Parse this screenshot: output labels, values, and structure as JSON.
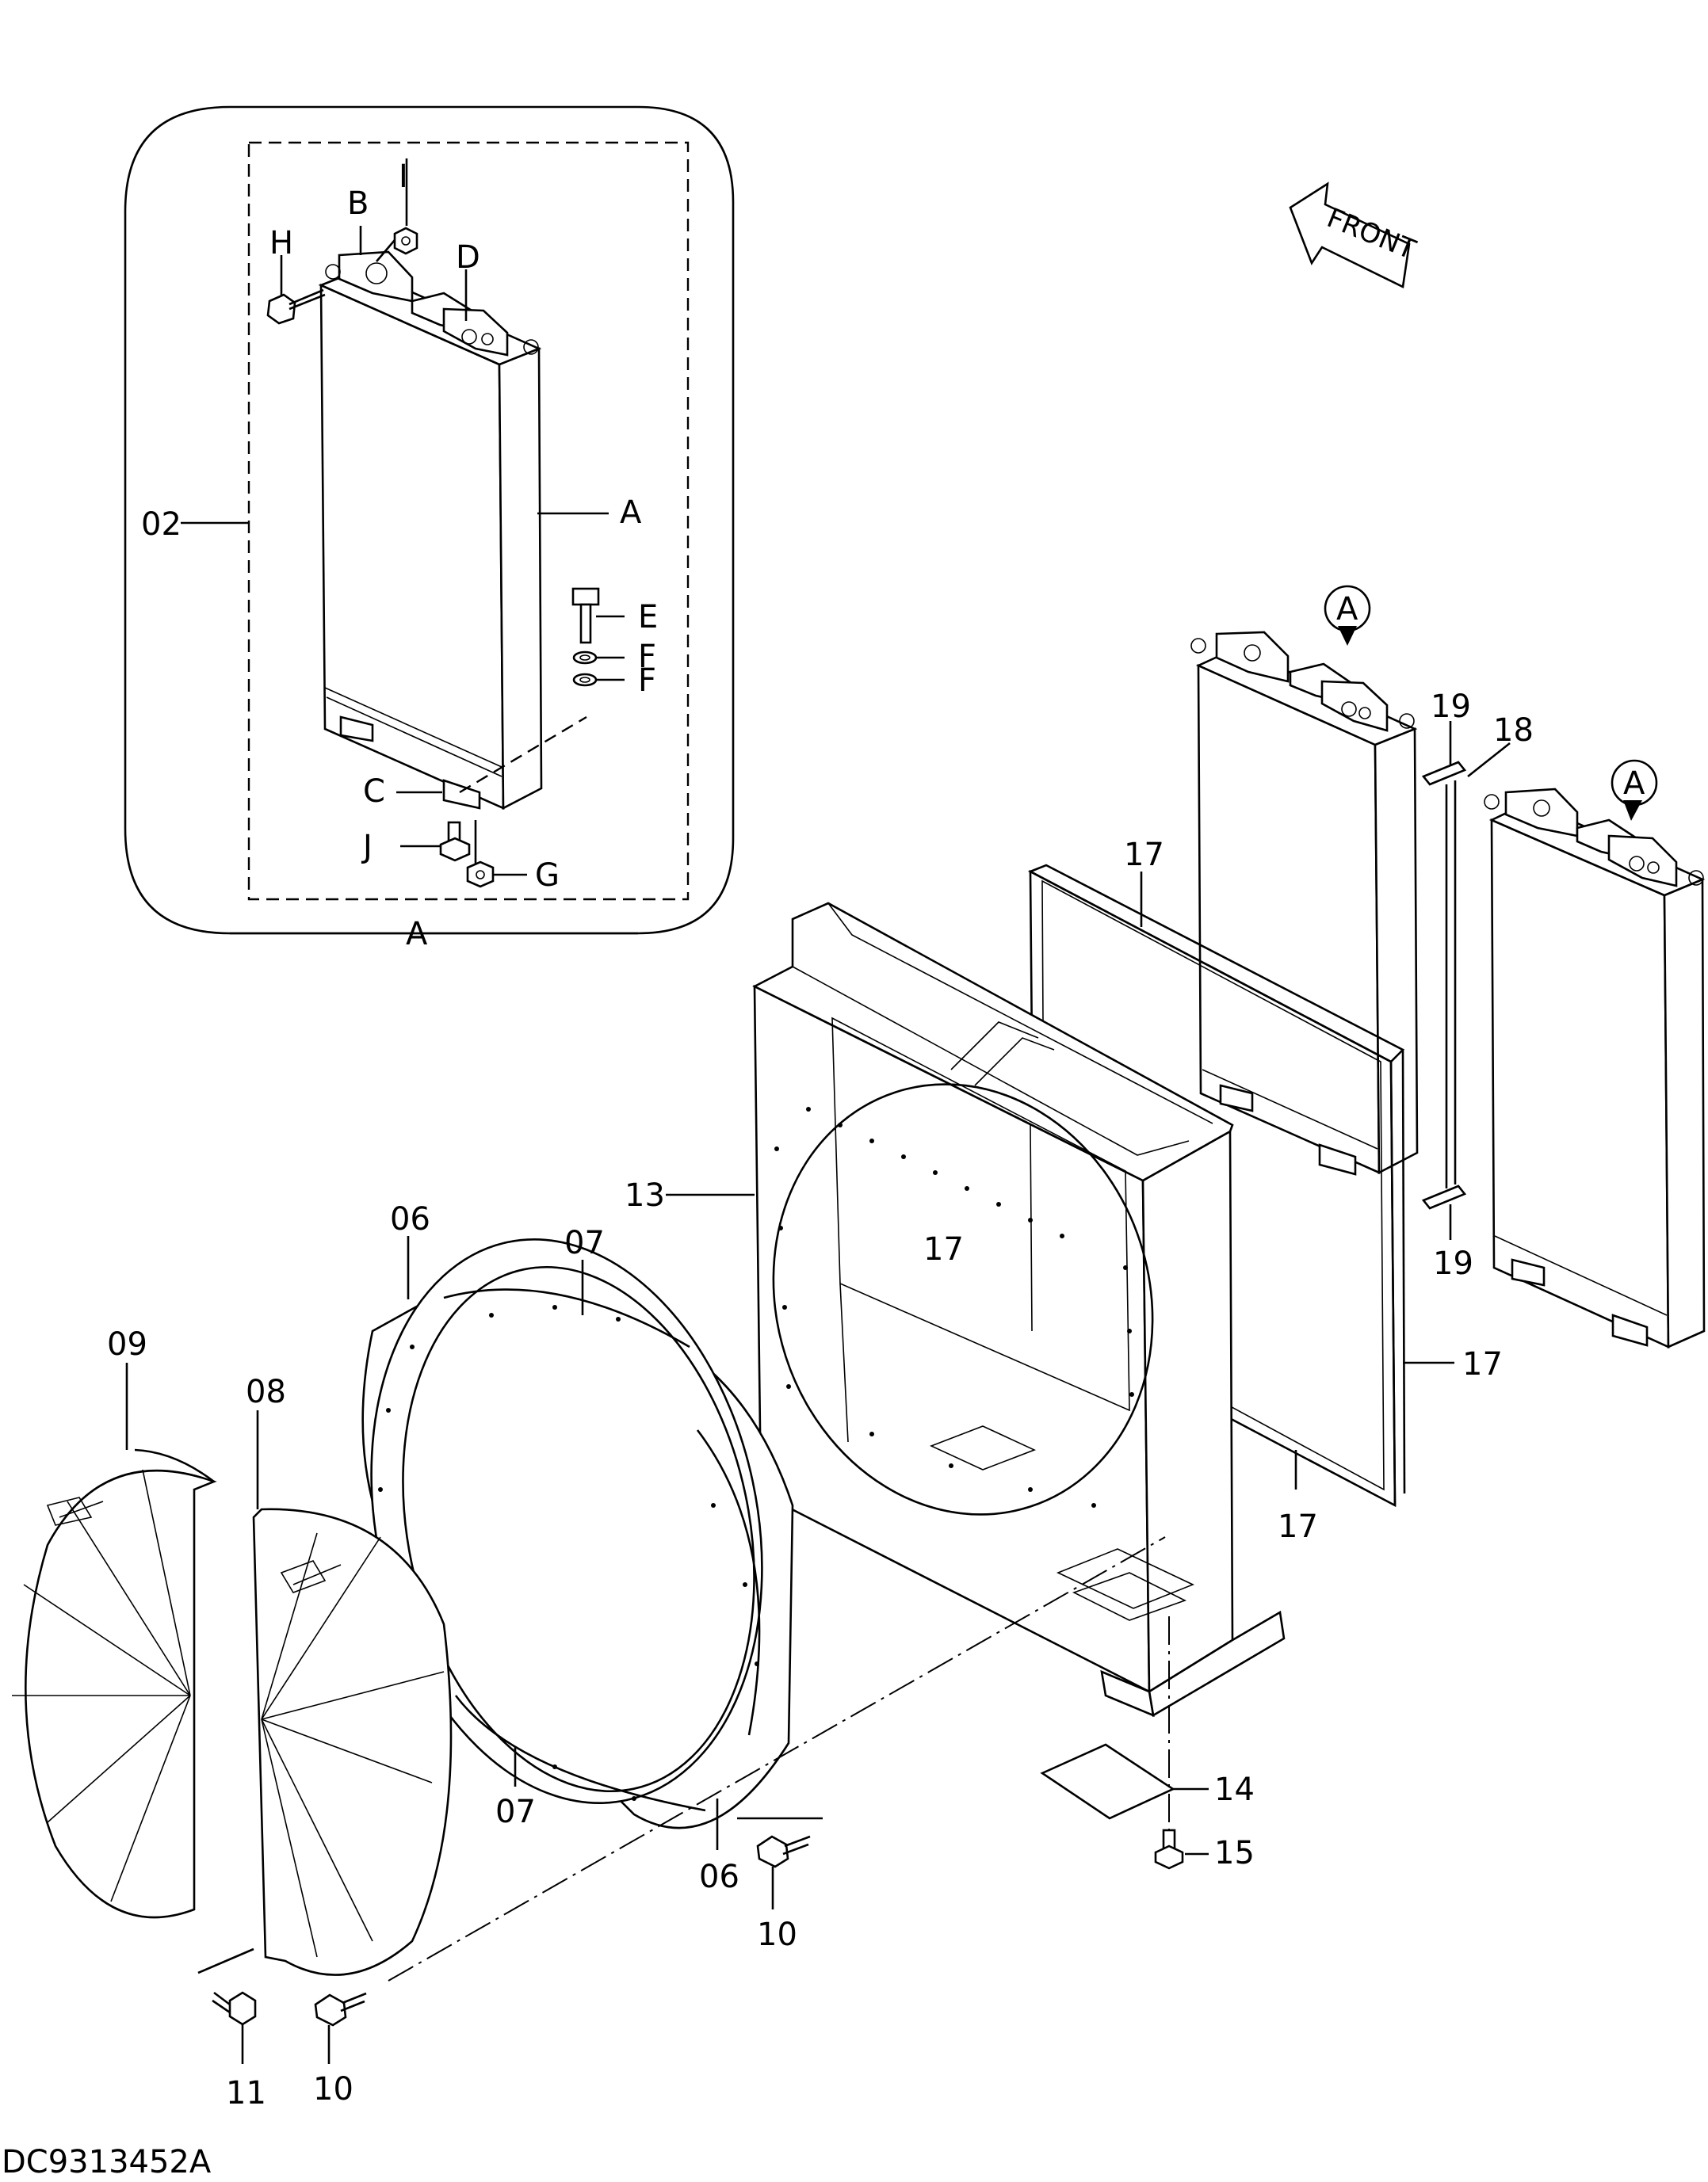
{
  "drawing_id": "DC9313452A",
  "front_label": "FRONT",
  "detail": {
    "ref": "A",
    "assembly_no": "02",
    "side_label": "A",
    "parts": {
      "b": "B",
      "c": "C",
      "d": "D",
      "e": "E",
      "f1": "F",
      "f2": "F",
      "g": "G",
      "h": "H",
      "i": "I",
      "j": "J"
    }
  },
  "callouts": {
    "p06_top": "06",
    "p06_bot": "06",
    "p07_top": "07",
    "p07_bot": "07",
    "p08": "08",
    "p09": "09",
    "p10_mid": "10",
    "p10_bot": "10",
    "p11": "11",
    "p13": "13",
    "p14": "14",
    "p15": "15",
    "p17_a": "17",
    "p17_b": "17",
    "p17_c": "17",
    "p17_d": "17",
    "p18": "18",
    "p19_top": "19",
    "p19_bot": "19",
    "ref_a1": "A",
    "ref_a2": "A"
  }
}
